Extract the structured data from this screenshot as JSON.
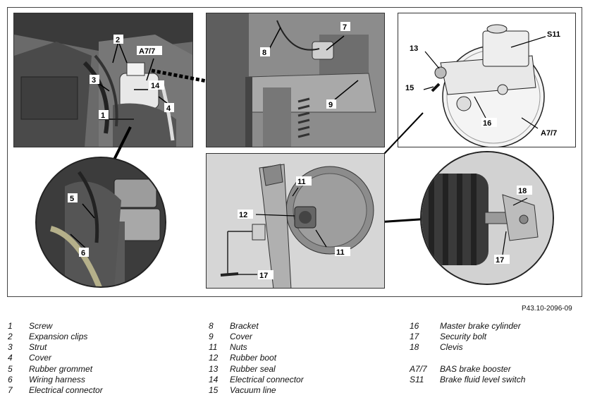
{
  "figure": {
    "reference": "P43.10-2096-09",
    "callouts": {
      "c1": "1",
      "c2": "2",
      "c3": "3",
      "c4": "4",
      "c5": "5",
      "c6": "6",
      "c7": "7",
      "c8": "8",
      "c9": "9",
      "c11a": "11",
      "c11b": "11",
      "c12": "12",
      "c13": "13",
      "c14": "14",
      "c15": "15",
      "c16": "16",
      "c17a": "17",
      "c17b": "17",
      "c18": "18",
      "cA77a": "A7/7",
      "cA77b": "A7/7",
      "cS11": "S11"
    }
  },
  "legend": {
    "col1": [
      {
        "num": "1",
        "label": "Screw"
      },
      {
        "num": "2",
        "label": "Expansion clips"
      },
      {
        "num": "3",
        "label": "Strut"
      },
      {
        "num": "4",
        "label": "Cover"
      },
      {
        "num": "5",
        "label": "Rubber grommet"
      },
      {
        "num": "6",
        "label": "Wiring harness"
      },
      {
        "num": "7",
        "label": "Electrical connector"
      }
    ],
    "col2": [
      {
        "num": "8",
        "label": "Bracket"
      },
      {
        "num": "9",
        "label": "Cover"
      },
      {
        "num": "11",
        "label": "Nuts"
      },
      {
        "num": "12",
        "label": "Rubber boot"
      },
      {
        "num": "13",
        "label": "Rubber seal"
      },
      {
        "num": "14",
        "label": "Electrical connector"
      },
      {
        "num": "15",
        "label": "Vacuum line"
      }
    ],
    "col3": [
      {
        "num": "16",
        "label": "Master brake cylinder"
      },
      {
        "num": "17",
        "label": "Security bolt"
      },
      {
        "num": "18",
        "label": "Clevis"
      },
      {
        "num": "",
        "label": ""
      },
      {
        "num": "A7/7",
        "label": "BAS brake booster"
      },
      {
        "num": "S11",
        "label": "Brake fluid level switch"
      }
    ]
  }
}
